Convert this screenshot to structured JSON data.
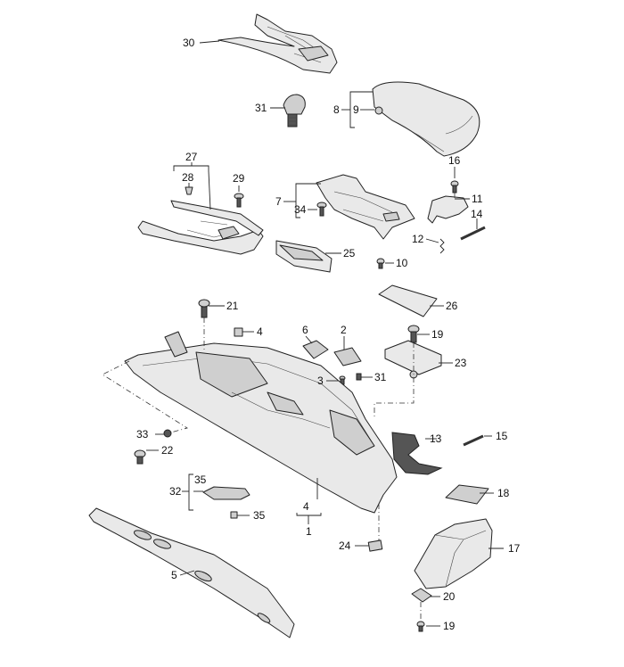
{
  "callouts": [
    {
      "id": "c30",
      "text": "30"
    },
    {
      "id": "c31a",
      "text": "31"
    },
    {
      "id": "c8",
      "text": "8"
    },
    {
      "id": "c9",
      "text": "9"
    },
    {
      "id": "c27",
      "text": "27"
    },
    {
      "id": "c28",
      "text": "28"
    },
    {
      "id": "c29",
      "text": "29"
    },
    {
      "id": "c16",
      "text": "16"
    },
    {
      "id": "c7",
      "text": "7"
    },
    {
      "id": "c34",
      "text": "34"
    },
    {
      "id": "c11",
      "text": "11"
    },
    {
      "id": "c14",
      "text": "14"
    },
    {
      "id": "c12",
      "text": "12"
    },
    {
      "id": "c25",
      "text": "25"
    },
    {
      "id": "c10",
      "text": "10"
    },
    {
      "id": "c26",
      "text": "26"
    },
    {
      "id": "c21",
      "text": "21"
    },
    {
      "id": "c4a",
      "text": "4"
    },
    {
      "id": "c6",
      "text": "6"
    },
    {
      "id": "c2",
      "text": "2"
    },
    {
      "id": "c19a",
      "text": "19"
    },
    {
      "id": "c23",
      "text": "23"
    },
    {
      "id": "c3",
      "text": "3"
    },
    {
      "id": "c31b",
      "text": "31"
    },
    {
      "id": "c33",
      "text": "33"
    },
    {
      "id": "c22",
      "text": "22"
    },
    {
      "id": "c13",
      "text": "13"
    },
    {
      "id": "c15",
      "text": "15"
    },
    {
      "id": "c35a",
      "text": "35"
    },
    {
      "id": "c32",
      "text": "32"
    },
    {
      "id": "c35b",
      "text": "35"
    },
    {
      "id": "c4b",
      "text": "4"
    },
    {
      "id": "c1",
      "text": "1"
    },
    {
      "id": "c18",
      "text": "18"
    },
    {
      "id": "c17",
      "text": "17"
    },
    {
      "id": "c5",
      "text": "5"
    },
    {
      "id": "c24",
      "text": "24"
    },
    {
      "id": "c20",
      "text": "20"
    },
    {
      "id": "c19b",
      "text": "19"
    }
  ]
}
